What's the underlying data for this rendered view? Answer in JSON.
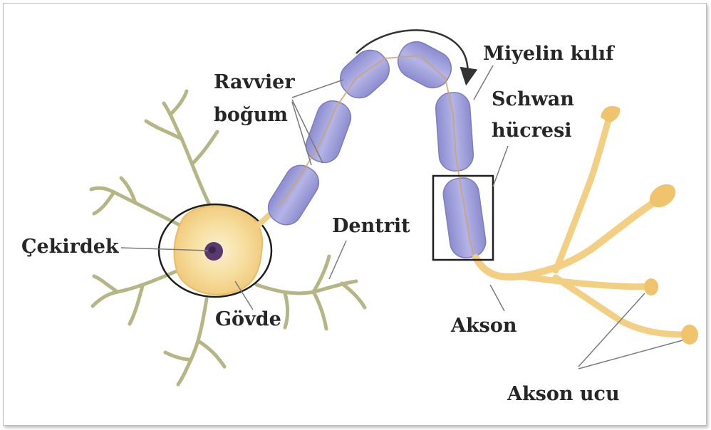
{
  "labels": {
    "cekirdek": "Çekirdek",
    "govde": "Gövde",
    "dentrit": "Dentrit",
    "ravvier_line1": "Ravvier",
    "ravvier_line2": "boğum",
    "miyelin": "Miyelin kılıf",
    "schwan_line1": "Schwan",
    "schwan_line2": "hücresi",
    "akson": "Akson",
    "akson_ucu": "Akson ucu"
  },
  "colors": {
    "dendrite": "#b5b585",
    "cell_body": "#f6dc9a",
    "cell_body_inner": "#f9e9bd",
    "nucleus": "#5a3a6e",
    "myelin": "#9a9ad6",
    "myelin_edge": "#7d7dbd",
    "axon": "#f3cf84",
    "terminal": "#f0c46c",
    "label_text": "#262626",
    "pointer": "#7a7a7a"
  }
}
